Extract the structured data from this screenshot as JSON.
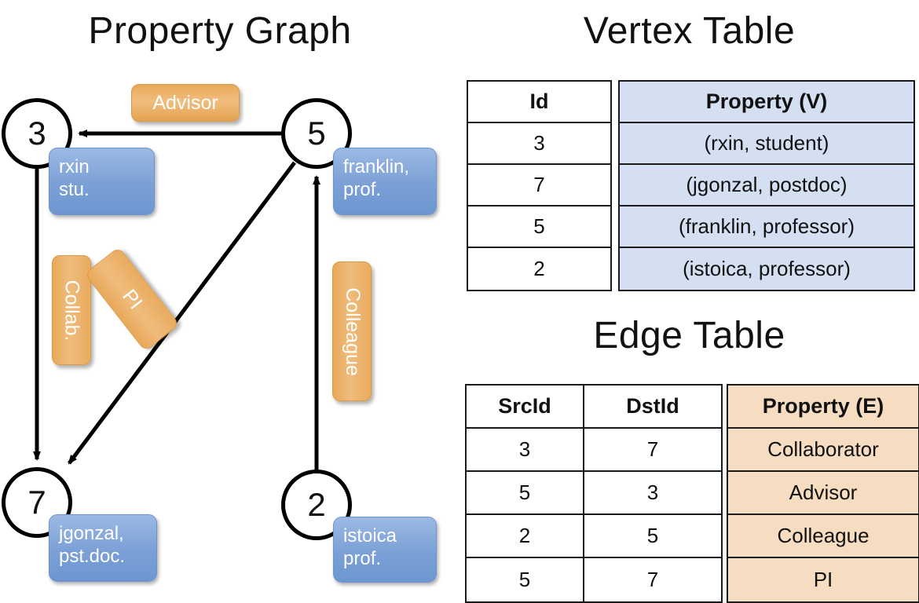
{
  "graph": {
    "title": "Property Graph",
    "nodes": [
      {
        "id": "3",
        "prop_line1": "rxin",
        "prop_line2": "stu."
      },
      {
        "id": "5",
        "prop_line1": "franklin,",
        "prop_line2": "prof."
      },
      {
        "id": "7",
        "prop_line1": "jgonzal,",
        "prop_line2": "pst.doc."
      },
      {
        "id": "2",
        "prop_line1": "istoica",
        "prop_line2": "prof."
      }
    ],
    "edge_labels": [
      {
        "name": "advisor",
        "text": "Advisor"
      },
      {
        "name": "collab",
        "text": "Collab."
      },
      {
        "name": "pi",
        "text": "PI"
      },
      {
        "name": "colleague",
        "text": "Colleague"
      }
    ]
  },
  "vertex_table": {
    "title": "Vertex Table",
    "headers": [
      "Id",
      "Property (V)"
    ],
    "rows": [
      {
        "id": "3",
        "property": "(rxin, student)"
      },
      {
        "id": "7",
        "property": "(jgonzal, postdoc)"
      },
      {
        "id": "5",
        "property": "(franklin, professor)"
      },
      {
        "id": "2",
        "property": "(istoica, professor)"
      }
    ]
  },
  "edge_table": {
    "title": "Edge Table",
    "headers": [
      "SrcId",
      "DstId",
      "Property (E)"
    ],
    "rows": [
      {
        "src": "3",
        "dst": "7",
        "property": "Collaborator"
      },
      {
        "src": "5",
        "dst": "3",
        "property": "Advisor"
      },
      {
        "src": "2",
        "dst": "5",
        "property": "Colleague"
      },
      {
        "src": "5",
        "dst": "7",
        "property": "PI"
      }
    ]
  },
  "colors": {
    "vertex_prop_fill": "#7ba0d6",
    "edge_label_fill": "#e8a85a",
    "vertex_table_fill": "#d4e0f2",
    "edge_table_fill": "#f6ddc2",
    "stroke": "#000000"
  }
}
